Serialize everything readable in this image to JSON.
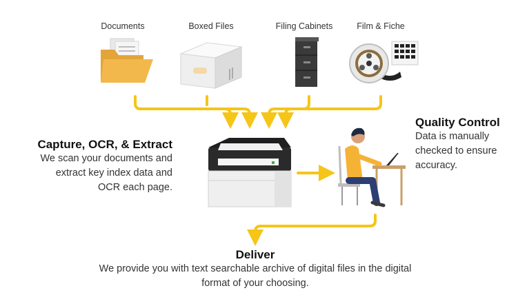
{
  "sources": [
    {
      "label": "Documents",
      "icon": "folder-documents-icon"
    },
    {
      "label": "Boxed Files",
      "icon": "file-box-icon"
    },
    {
      "label": "Filing Cabinets",
      "icon": "filing-cabinet-icon"
    },
    {
      "label": "Film & Fiche",
      "icon": "film-reel-icon"
    }
  ],
  "capture": {
    "title": "Capture, OCR, & Extract",
    "line1": "We scan your documents and",
    "line2": "extract key index data and",
    "line3": "OCR each page."
  },
  "quality": {
    "title": "Quality Control",
    "line1": "Data is manually",
    "line2": "checked to ensure",
    "line3": "accuracy."
  },
  "deliver": {
    "title": "Deliver",
    "line1": "We provide you with text searchable archive of digital files in the digital",
    "line2": "format of your choosing."
  },
  "colors": {
    "arrow": "#f5c518",
    "folder": "#f2b84b",
    "box": "#f1f1f1",
    "cabinet": "#3a3a3a",
    "shirt": "#f5b335",
    "pants": "#2c3e73"
  }
}
